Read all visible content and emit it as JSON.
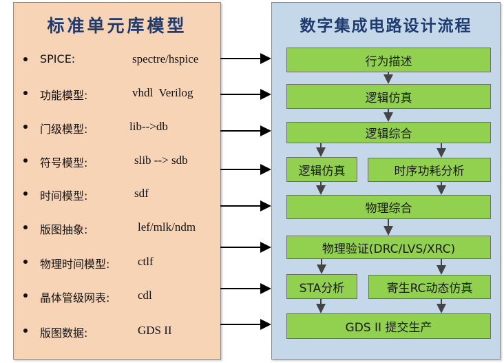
{
  "left_panel": {
    "title": "标准单元库模型",
    "items": [
      {
        "label": "SPICE:",
        "value": "spectre/hspice"
      },
      {
        "label": "功能模型:",
        "value": "vhdl  Verilog"
      },
      {
        "label": "门级模型:",
        "value": "lib-->db"
      },
      {
        "label": "符号模型:",
        "value": "slib --> sdb"
      },
      {
        "label": "时间模型:",
        "value": "sdf"
      },
      {
        "label": "版图抽象:",
        "value": "lef/mlk/ndm"
      },
      {
        "label": "物理时间模型:",
        "value": "ctlf"
      },
      {
        "label": "晶体管级网表:",
        "value": "cdl"
      },
      {
        "label": "版图数据:",
        "value": "GDS II"
      }
    ]
  },
  "right_panel": {
    "title": "数字集成电路设计流程",
    "steps": {
      "behavior": "行为描述",
      "logic_sim": "逻辑仿真",
      "logic_synth": "逻辑综合",
      "logic_sim2": "逻辑仿真",
      "timing_power": "时序功耗分析",
      "phys_synth": "物理综合",
      "phys_verify": "物理验证(DRC/LVS/XRC)",
      "sta": "STA分析",
      "rc_sim": "寄生RC动态仿真",
      "gds": "GDS II 提交生产"
    }
  },
  "colors": {
    "left_bg": "#F8D4B6",
    "right_bg": "#C5D8EA",
    "box": "#92D050",
    "title": "#1F3A6E"
  }
}
